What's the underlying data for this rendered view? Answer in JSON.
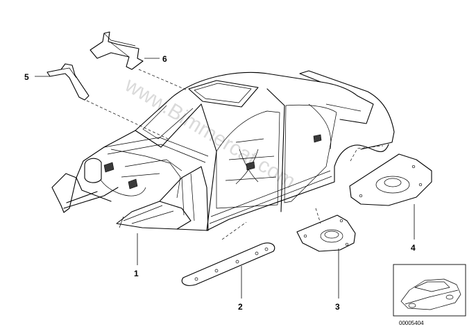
{
  "diagram": {
    "callouts": [
      {
        "id": "1",
        "label": "1"
      },
      {
        "id": "2",
        "label": "2"
      },
      {
        "id": "3",
        "label": "3"
      },
      {
        "id": "4",
        "label": "4"
      },
      {
        "id": "5",
        "label": "5"
      },
      {
        "id": "6",
        "label": "6"
      }
    ],
    "watermark": "www.Bimmercat.com",
    "diagram_number": "00005404"
  },
  "colors": {
    "line": "#000000",
    "background": "#ffffff",
    "watermark": "#bdbdbd"
  }
}
